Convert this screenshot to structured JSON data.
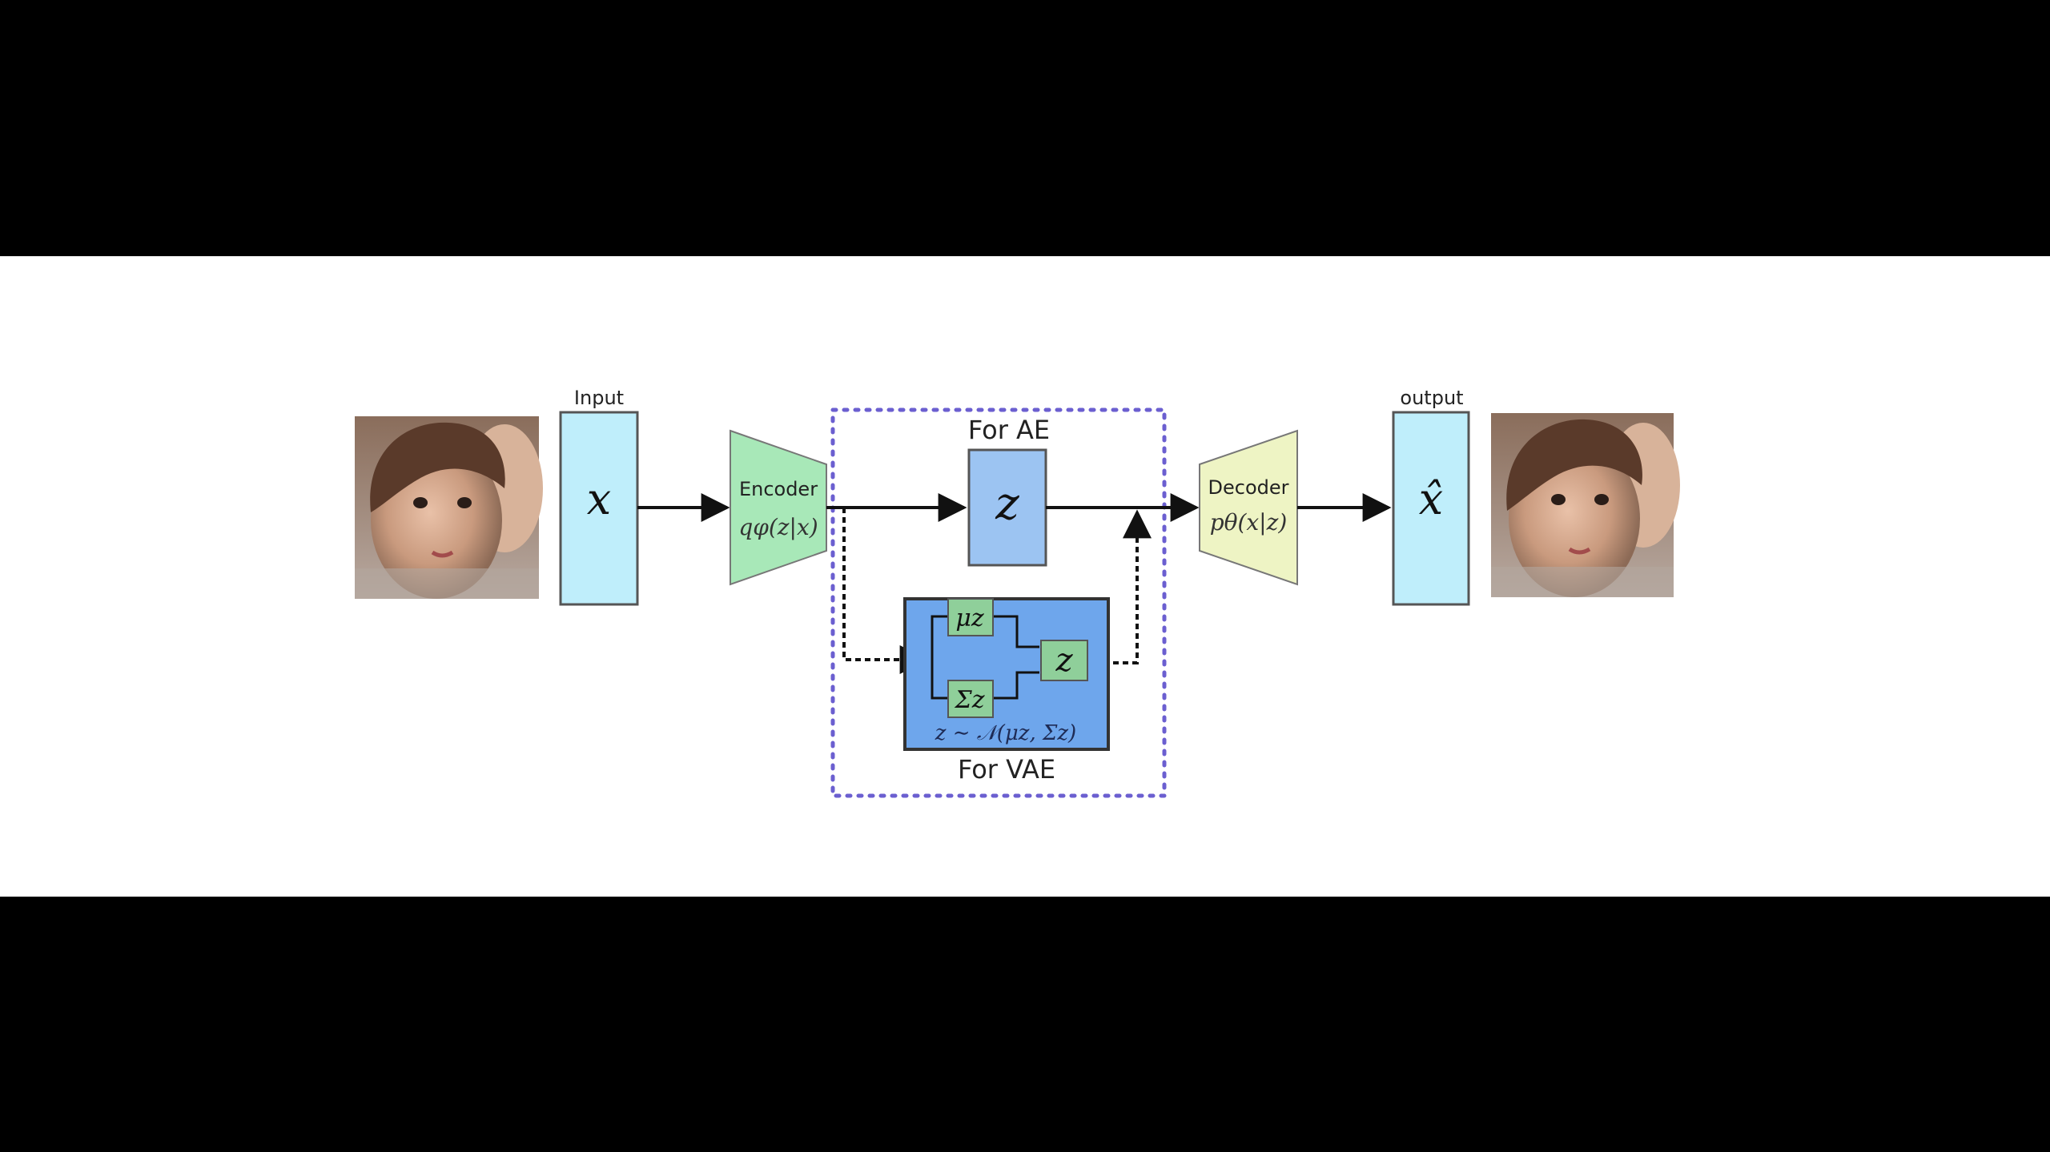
{
  "labels": {
    "input": "Input",
    "output": "output",
    "for_ae": "For AE",
    "for_vae": "For VAE",
    "encoder": "Encoder",
    "decoder": "Decoder"
  },
  "math": {
    "x": "x",
    "x_hat": "x̂",
    "z": "z",
    "encoder_fn": "qφ(z|x)",
    "decoder_fn": "pθ(x|z)",
    "mu": "μz",
    "sigma": "Σz",
    "z_small": "z",
    "sampling": "z ∼ 𝒩(μz, Σz)"
  },
  "colors": {
    "background": "#000000",
    "panel": "#ffffff",
    "tensor_cyan": "#bfeefb",
    "encoder_green": "#a8e8b8",
    "decoder_yellow": "#eef4c4",
    "latent_blue": "#9cc4f2",
    "vae_blue": "#6ea6ec",
    "vae_inner_green": "#8fcf9a",
    "dotted_border": "#6b5fd0"
  },
  "icons": {
    "input_image": "child-face-photo",
    "output_image": "child-face-photo-reconstructed"
  }
}
